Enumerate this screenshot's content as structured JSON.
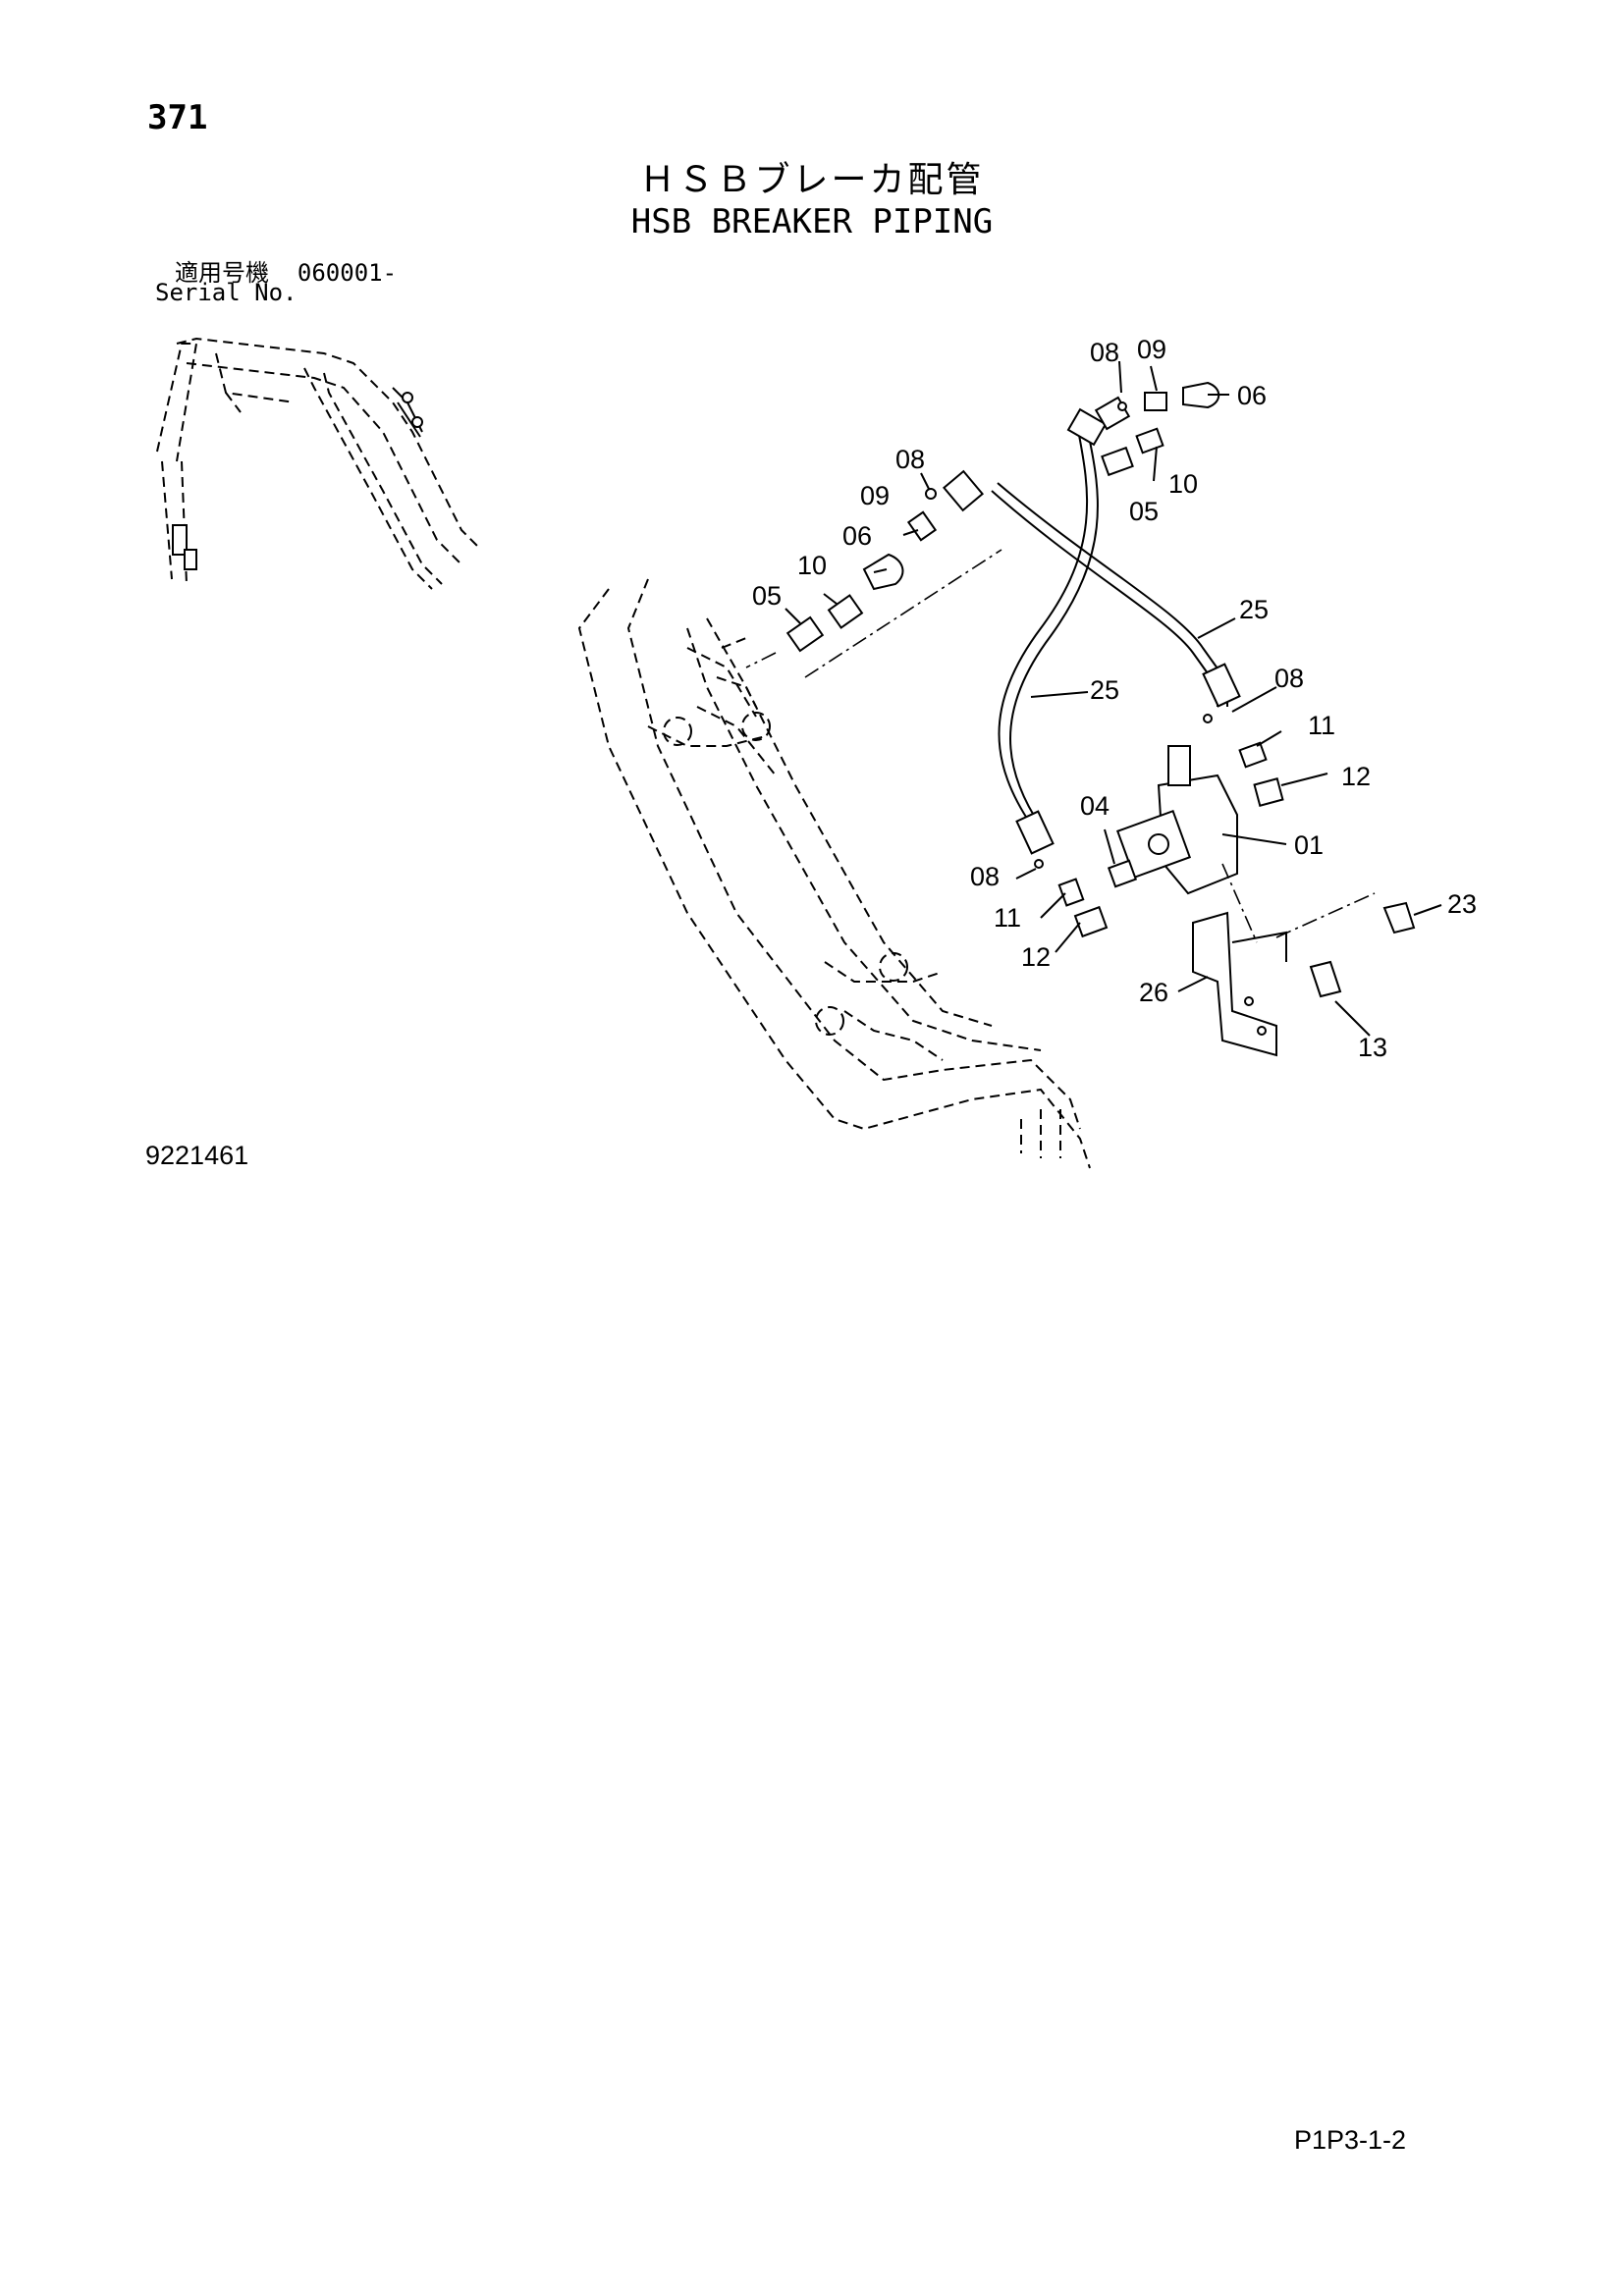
{
  "header": {
    "page_number": "371",
    "title_jp": "ＨＳＢブレーカ配管",
    "title_en": "HSB BREAKER PIPING",
    "serial_label_jp": "適用号機",
    "serial_value": "060001-",
    "serial_label_en": "Serial No."
  },
  "footer": {
    "drawing_number": "9221461",
    "page_code": "P1P3-1-2"
  },
  "callouts": [
    "08",
    "09",
    "06",
    "10",
    "05",
    "08",
    "09",
    "06",
    "10",
    "05",
    "25",
    "25",
    "08",
    "11",
    "12",
    "04",
    "01",
    "08",
    "11",
    "12",
    "23",
    "26",
    "13"
  ]
}
